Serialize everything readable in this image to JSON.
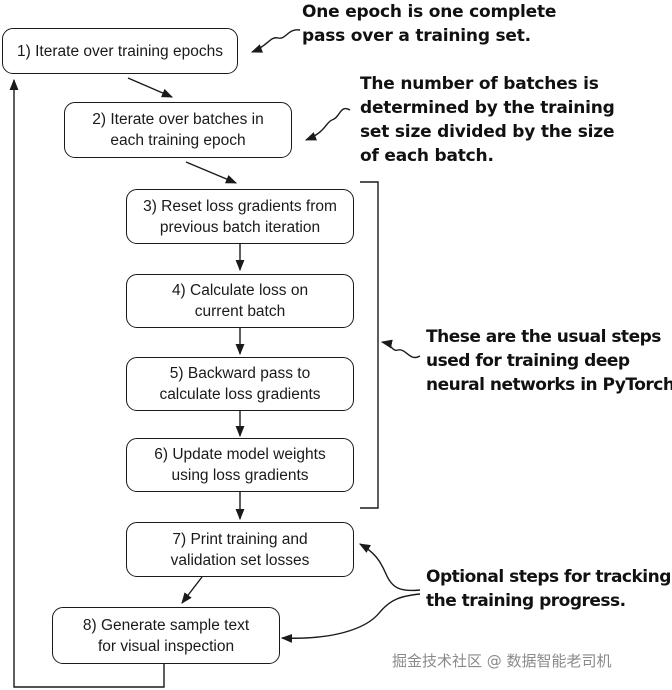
{
  "steps": [
    {
      "lines": [
        "1) Iterate over training epochs"
      ]
    },
    {
      "lines": [
        "2) Iterate over batches in",
        "each training epoch"
      ]
    },
    {
      "lines": [
        "3) Reset loss gradients from",
        "previous batch iteration"
      ]
    },
    {
      "lines": [
        "4) Calculate loss on",
        "current batch"
      ]
    },
    {
      "lines": [
        "5) Backward pass to",
        "calculate loss gradients"
      ]
    },
    {
      "lines": [
        "6) Update model weights",
        "using loss gradients"
      ]
    },
    {
      "lines": [
        "7) Print training and",
        "validation set losses"
      ]
    },
    {
      "lines": [
        "8) Generate sample text",
        "for visual inspection"
      ]
    }
  ],
  "annotations": {
    "epoch": [
      "One epoch is one complete",
      "pass over a training set."
    ],
    "batches": [
      "The number of batches is",
      "determined by the training",
      "set size divided by the size",
      "of each batch."
    ],
    "usual_steps": [
      "These are the usual steps",
      "used for training deep",
      "neural networks in PyTorch."
    ],
    "optional": [
      "Optional steps for tracking",
      "the training progress."
    ]
  },
  "watermark": "掘金技术社区 @ 数据智能老司机",
  "colors": {
    "stroke": "#1a1a1a",
    "text": "#111111",
    "watermark": "#8a8a8a"
  }
}
